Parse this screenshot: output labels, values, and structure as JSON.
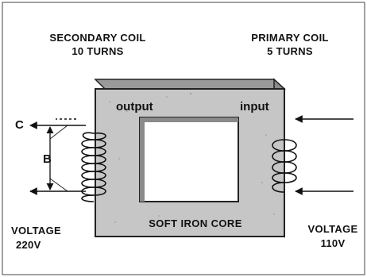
{
  "diagram": {
    "secondary_coil": {
      "line1": "SECONDARY COIL",
      "line2": "10 TURNS"
    },
    "primary_coil": {
      "line1": "PRIMARY COIL",
      "line2": "5 TURNS"
    },
    "output_label": "output",
    "input_label": "input",
    "core_label": "SOFT IRON CORE",
    "label_c": "C",
    "label_b": "B",
    "voltage_left": {
      "line1": "VOLTAGE",
      "line2": "220V"
    },
    "voltage_right": {
      "line1": "VOLTAGE",
      "line2": "110V"
    }
  },
  "colors": {
    "core_fill": "#c6c6c6",
    "core_shade": "#9a9a9a",
    "core_inner": "#ffffff",
    "ink": "#111111"
  }
}
